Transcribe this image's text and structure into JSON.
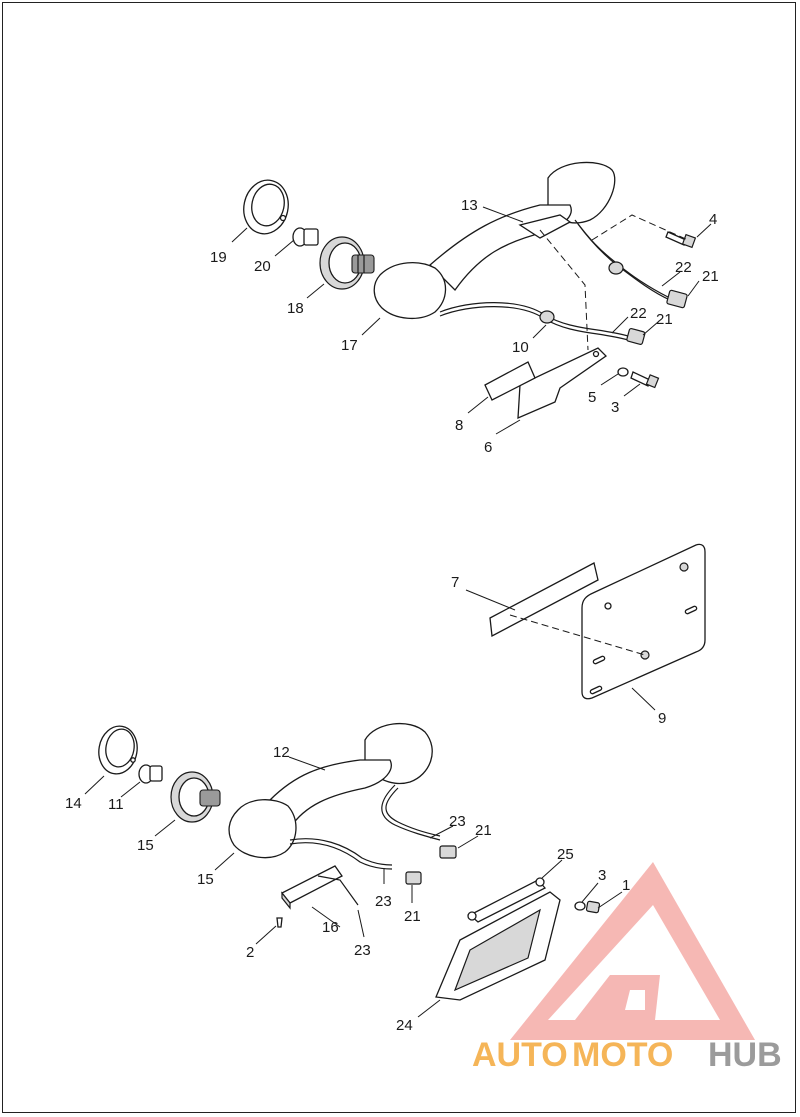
{
  "callouts": {
    "c1": "1",
    "c2": "2",
    "c3a": "3",
    "c3b": "3",
    "c4": "4",
    "c5": "5",
    "c6": "6",
    "c7": "7",
    "c8": "8",
    "c9": "9",
    "c10": "10",
    "c11": "11",
    "c12": "12",
    "c13": "13",
    "c14": "14",
    "c15a": "15",
    "c15b": "15",
    "c16": "16",
    "c17": "17",
    "c18": "18",
    "c19": "19",
    "c20": "20",
    "c21a": "21",
    "c21b": "21",
    "c21c": "21",
    "c21d": "21",
    "c22a": "22",
    "c22b": "22",
    "c23a": "23",
    "c23b": "23",
    "c23c": "23",
    "c24": "24",
    "c25": "25"
  },
  "watermark": {
    "part1": "AUTO",
    "part2": "MOTO",
    "part3": "HUB",
    "color_primary": "#f4a93b",
    "color_secondary": "#e8524a",
    "color_tertiary": "#8a8a8a"
  }
}
